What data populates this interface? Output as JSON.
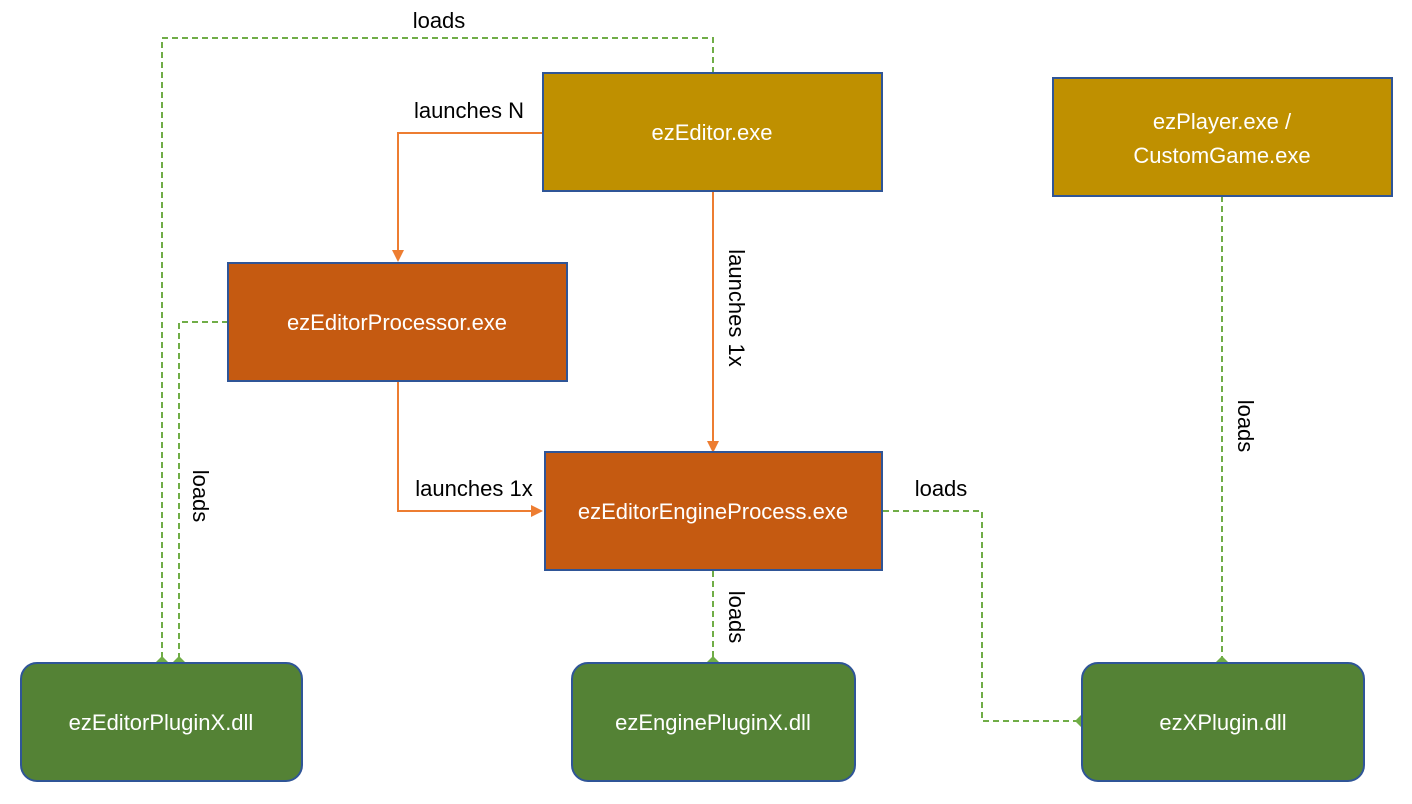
{
  "colors": {
    "exe_primary": "#BF9000",
    "exe_process": "#C55A11",
    "plugin": "#548235",
    "node_border": "#2F5597",
    "launch_edge": "#ED7D31",
    "load_edge": "#70AD47",
    "text_on_node": "#FFFFFF",
    "edge_label": "#000000"
  },
  "nodes": {
    "editor": {
      "label": "ezEditor.exe"
    },
    "player_line1": {
      "label": "ezPlayer.exe /"
    },
    "player_line2": {
      "label": "CustomGame.exe"
    },
    "processor": {
      "label": "ezEditorProcessor.exe"
    },
    "engine_process": {
      "label": "ezEditorEngineProcess.exe"
    },
    "editor_plugin": {
      "label": "ezEditorPluginX.dll"
    },
    "engine_plugin": {
      "label": "ezEnginePluginX.dll"
    },
    "x_plugin": {
      "label": "ezXPlugin.dll"
    }
  },
  "edges": {
    "editor_loads_editor_plugin": {
      "label": "loads"
    },
    "editor_launches_processor": {
      "label": "launches N"
    },
    "editor_launches_engine": {
      "label": "launches 1x"
    },
    "processor_launches_engine": {
      "label": "launches 1x"
    },
    "processor_loads_editor_plugin": {
      "label": "loads"
    },
    "engine_loads_x_plugin": {
      "label": "loads"
    },
    "engine_loads_engine_plugin": {
      "label": "loads"
    },
    "player_loads_x_plugin": {
      "label": "loads"
    }
  }
}
